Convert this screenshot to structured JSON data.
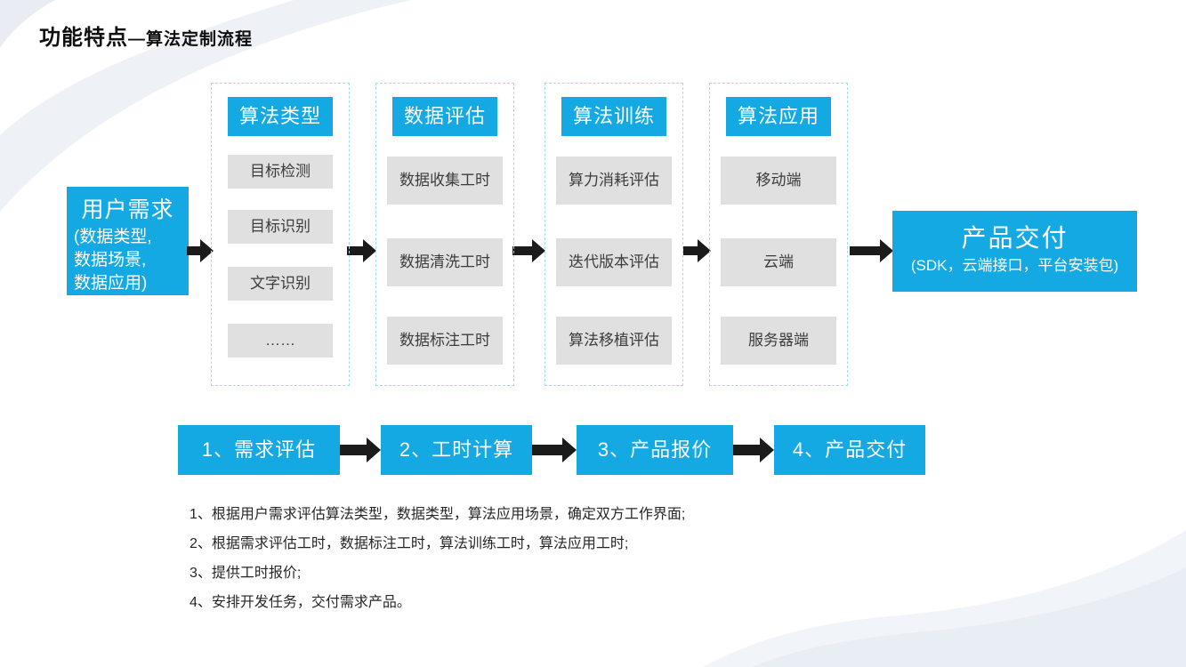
{
  "slide": {
    "title_main": "功能特点",
    "title_sub": "—算法定制流程"
  },
  "colors": {
    "accent_blue": "#14a9e3",
    "item_gray": "#e0e0e0",
    "arrow_black": "#1b1b1b",
    "column_border": "#a5d9f0"
  },
  "flow": {
    "input_box": {
      "title": "用户需求",
      "lines": [
        "(数据类型,",
        "数据场景,",
        "数据应用)"
      ]
    },
    "columns": [
      {
        "header": "算法类型",
        "items": [
          "目标检测",
          "目标识别",
          "文字识别",
          "……"
        ]
      },
      {
        "header": "数据评估",
        "items": [
          "数据收集工时",
          "数据清洗工时",
          "数据标注工时"
        ]
      },
      {
        "header": "算法训练",
        "items": [
          "算力消耗评估",
          "迭代版本评估",
          "算法移植评估"
        ]
      },
      {
        "header": "算法应用",
        "items": [
          "移动端",
          "云端",
          "服务器端"
        ]
      }
    ],
    "output_box": {
      "title": "产品交付",
      "subtitle": "(SDK，云端接口，平台安装包)"
    }
  },
  "steps": [
    "1、需求评估",
    "2、工时计算",
    "3、产品报价",
    "4、产品交付"
  ],
  "notes": [
    "1、根据用户需求评估算法类型，数据类型，算法应用场景，确定双方工作界面;",
    "2、根据需求评估工时，数据标注工时，算法训练工时，算法应用工时;",
    "3、提供工时报价;",
    "4、安排开发任务，交付需求产品。"
  ]
}
